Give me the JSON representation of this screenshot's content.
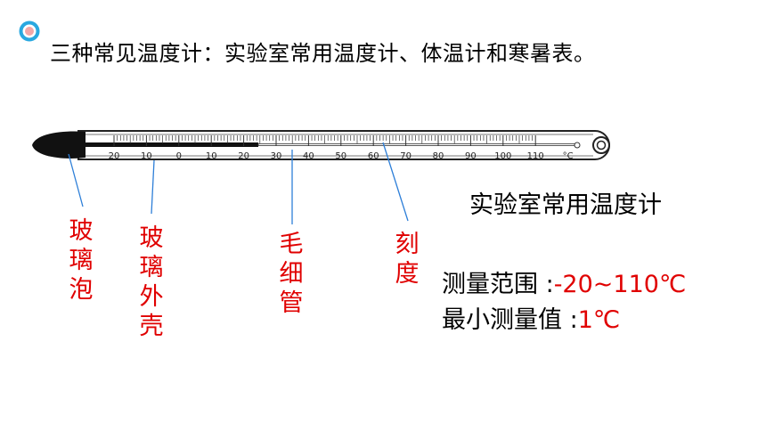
{
  "heading": "三种常见温度计：实验室常用温度计、体温计和寒暑表。",
  "thermometer": {
    "scale_labels": [
      "20",
      "10",
      "0",
      "10",
      "20",
      "30",
      "40",
      "50",
      "60",
      "70",
      "80",
      "90",
      "100",
      "110",
      "°C"
    ],
    "parts": {
      "bulb": "玻璃泡",
      "shell": "玻璃外壳",
      "capillary": "毛细管",
      "scale": "刻度"
    }
  },
  "subtitle": "实验室常用温度计",
  "specs": [
    {
      "label": "测量范围 :",
      "value": "-20~110℃"
    },
    {
      "label": "最小测量值 :",
      "value": "1℃"
    }
  ],
  "colors": {
    "bullet_ring": "#29a8e0",
    "bullet_dot": "#f2a7a7",
    "label_red": "#e00000"
  }
}
